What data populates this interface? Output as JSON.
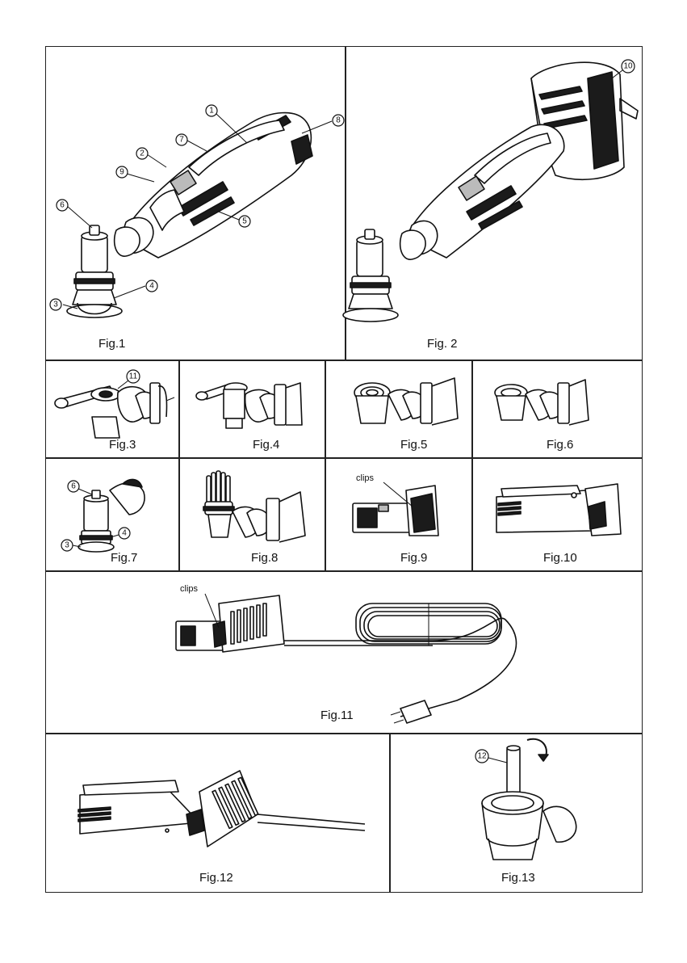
{
  "figures": {
    "fig1": "Fig.1",
    "fig2": "Fig. 2",
    "fig3": "Fig.3",
    "fig4": "Fig.4",
    "fig5": "Fig.5",
    "fig6": "Fig.6",
    "fig7": "Fig.7",
    "fig8": "Fig.8",
    "fig9": "Fig.9",
    "fig10": "Fig.10",
    "fig11": "Fig.11",
    "fig12": "Fig.12",
    "fig13": "Fig.13"
  },
  "callouts": {
    "c1": "1",
    "c2": "2",
    "c3": "3",
    "c4": "4",
    "c5": "5",
    "c6": "6",
    "c7": "7",
    "c8": "8",
    "c9": "9",
    "c10": "10",
    "c11": "11",
    "c12": "12"
  },
  "labels": {
    "clips_fig9": "clips",
    "clips_fig11": "clips"
  },
  "icons": {
    "rotation_arrow": "rotation-arrow-icon"
  }
}
